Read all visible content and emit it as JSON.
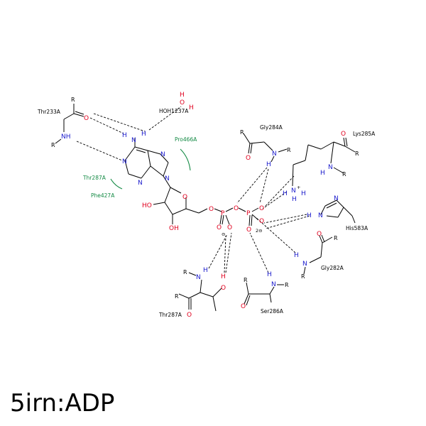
{
  "title": "5irn:ADP",
  "atoms": {
    "O": "O",
    "N": "N",
    "H": "H",
    "R": "R",
    "HO": "HO",
    "OH": "OH",
    "NH": "NH",
    "H2": "H",
    "Nplus": "N",
    "plus": "+",
    "minus": "⊖",
    "two_minus": "2⊖"
  },
  "residues": {
    "thr233": "Thr233A",
    "hoh1237": "HOH1237A",
    "gly284": "Gly284A",
    "lys285": "Lys285A",
    "his583": "His583A",
    "gly282": "Gly282A",
    "ser286": "Ser286A",
    "thr287_bottom": "Thr287A"
  },
  "hydrophobic": {
    "pro466": "Pro466A",
    "thr287": "Thr287A",
    "phe427": "Phe427A"
  }
}
